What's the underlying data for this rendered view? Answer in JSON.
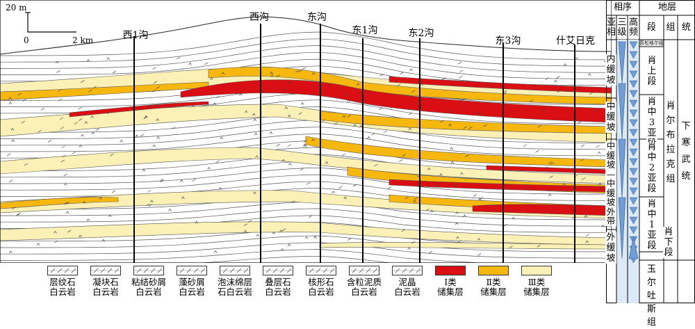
{
  "scale": {
    "vertical": "20 m",
    "zero": "0",
    "horizontal": "2 km"
  },
  "wells": [
    {
      "id": "xi1",
      "label": "西1沟"
    },
    {
      "id": "xigou",
      "label": "西沟"
    },
    {
      "id": "donggou",
      "label": "东沟"
    },
    {
      "id": "dong1",
      "label": "东1沟"
    },
    {
      "id": "dong2",
      "label": "东2沟"
    },
    {
      "id": "dong3",
      "label": "东3沟"
    },
    {
      "id": "shiaike",
      "label": "什艾日克"
    }
  ],
  "column_headers": {
    "facies_sequence": "相序",
    "subfacies": "亚相",
    "third_order": "三级",
    "high_freq": "高频",
    "strata": "地层",
    "member": "段",
    "formation": "组",
    "series": "统"
  },
  "subfacies": [
    "内缓坡",
    "中缓坡",
    "中缓坡—中缓坡外带",
    "外缓坡"
  ],
  "members": [
    "吾松格尔组",
    "肖上段",
    "肖中3亚段",
    "肖中2亚段",
    "肖中1亚段",
    "肖下段"
  ],
  "formations": [
    "肖尔布拉克组",
    "玉尔吐斯组"
  ],
  "series_name": "下寒武统",
  "legend": [
    {
      "id": "laminated",
      "line1": "层纹石",
      "line2": "白云岩"
    },
    {
      "id": "thrombolite",
      "line1": "凝块石",
      "line2": "白云岩"
    },
    {
      "id": "clotted-sandy",
      "line1": "粘结砂屑",
      "line2": "白云岩"
    },
    {
      "id": "algal-sandy",
      "line1": "藻砂屑",
      "line2": "白云岩"
    },
    {
      "id": "foam-sponge",
      "line1": "泡沫绵层",
      "line2": "石白云岩"
    },
    {
      "id": "stromatolite",
      "line1": "叠层石",
      "line2": "白云岩"
    },
    {
      "id": "oncolite",
      "line1": "核形石",
      "line2": "白云岩"
    },
    {
      "id": "grain-muddy",
      "line1": "含粒泥质",
      "line2": "白云岩"
    },
    {
      "id": "micrite",
      "line1": "泥晶",
      "line2": "白云岩"
    },
    {
      "id": "res1",
      "line1": "Ⅰ类",
      "line2": "储集层"
    },
    {
      "id": "res2",
      "line1": "Ⅱ类",
      "line2": "储集层"
    },
    {
      "id": "res3",
      "line1": "Ⅲ类",
      "line2": "储集层"
    }
  ],
  "colors": {
    "reservoir1": "#d90f14",
    "reservoir2": "#f6b70f",
    "reservoir3": "#fbf0b5",
    "ice": "#dbeaf6",
    "triangle": "#6f9ed6"
  }
}
